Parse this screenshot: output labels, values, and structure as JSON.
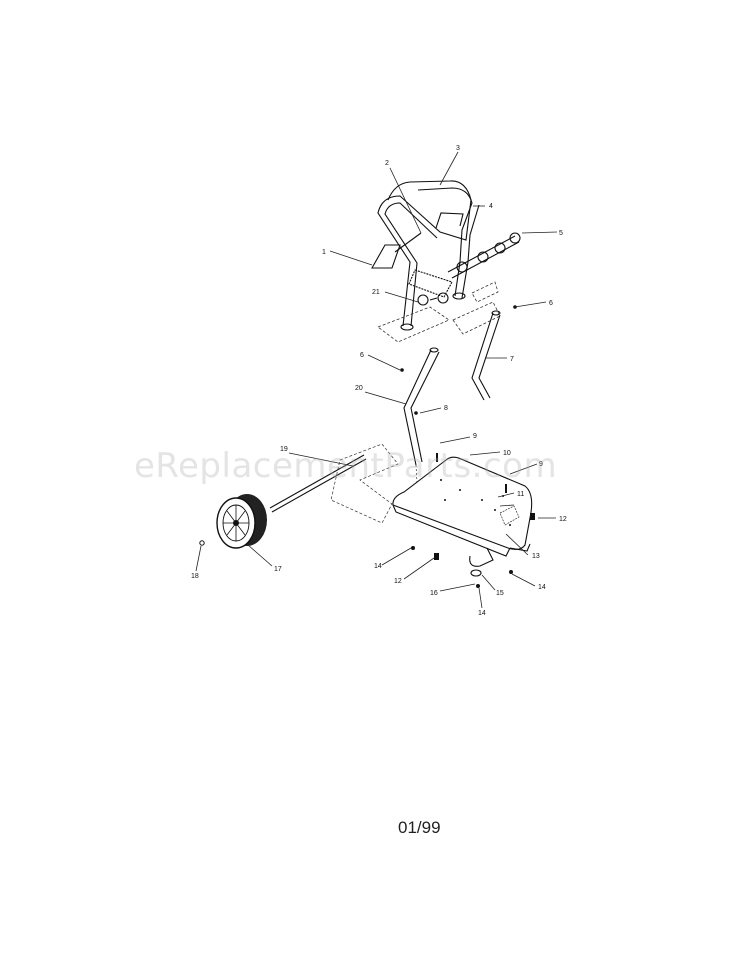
{
  "watermark": "eReplacementParts.com",
  "footer_code": "01/99",
  "callouts": [
    "1",
    "2",
    "3",
    "4",
    "5",
    "6",
    "6",
    "7",
    "8",
    "9",
    "9",
    "10",
    "11",
    "12",
    "12",
    "13",
    "14",
    "14",
    "14",
    "15",
    "16",
    "17",
    "18",
    "19",
    "20",
    "21"
  ]
}
